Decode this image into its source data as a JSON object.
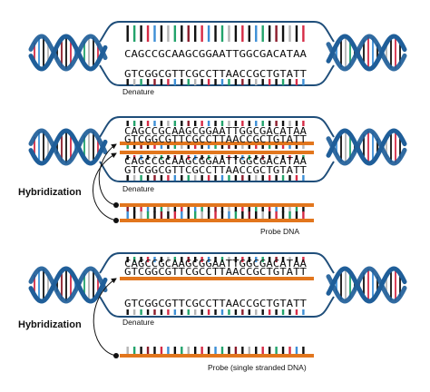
{
  "colors": {
    "helix": "#1f5e99",
    "probe": "#e2761d",
    "outline": "#1f4e7a",
    "arrow": "#111111",
    "base_palette": [
      "#111111",
      "#22a36b",
      "#d62b45",
      "#3d8fd6",
      "#b5b5b5",
      "#8b1c2b"
    ]
  },
  "strands": {
    "top": "CAGCCGCAAGCGGAATTGGCGACATAA",
    "bottom": "GTCGGCGTTCGCCTTAACCGCTGTATT"
  },
  "panels": [
    {
      "label": "Denature",
      "hybridization": "",
      "probe_label": ""
    },
    {
      "label": "Denature",
      "hybridization": "Hybridization",
      "probe_label": "Probe DNA"
    },
    {
      "label": "Denature",
      "hybridization": "Hybridization",
      "probe_label": "Probe (single stranded DNA)"
    }
  ]
}
